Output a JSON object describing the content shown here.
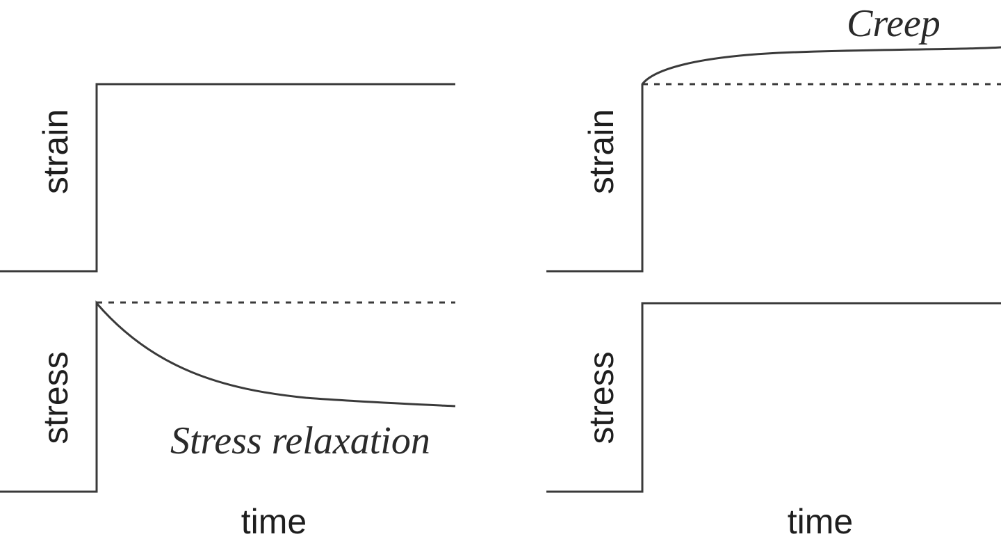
{
  "left_panel": {
    "top_ylabel": "strain",
    "bottom_ylabel": "stress",
    "xlabel": "time",
    "caption": "Stress relaxation"
  },
  "right_panel": {
    "top_ylabel": "strain",
    "bottom_ylabel": "stress",
    "xlabel": "time",
    "caption": "Creep"
  },
  "colors": {
    "line": "#3a3a3a",
    "text": "#1e1e1e",
    "background": "#ffffff"
  }
}
